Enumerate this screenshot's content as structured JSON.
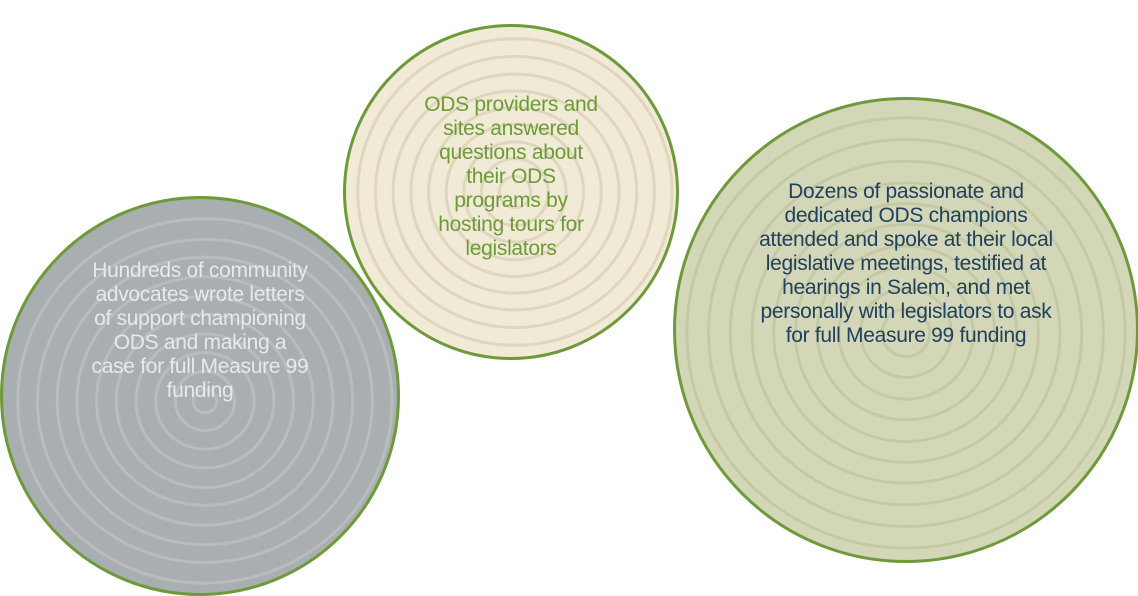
{
  "circles": {
    "left": {
      "text": "Hundreds of community advocates wrote letters of support championing ODS and making a case for full Measure 99 funding",
      "color": "#a9aeb1",
      "text_color": "#e7e9ea"
    },
    "middle": {
      "text": "ODS providers and sites answered questions about their ODS programs by hosting tours for legislators",
      "color": "#f1ead6",
      "text_color": "#6f9a3a"
    },
    "right": {
      "text": "Dozens of passionate and dedicated ODS champions attended and spoke at their local legislative meetings, testified at hearings in Salem, and met personally with legislators to ask for full Measure 99 funding",
      "color": "#d3d7b7",
      "text_color": "#20405e"
    },
    "border_color": "#6f9a3a",
    "texture": "tree-ring"
  }
}
